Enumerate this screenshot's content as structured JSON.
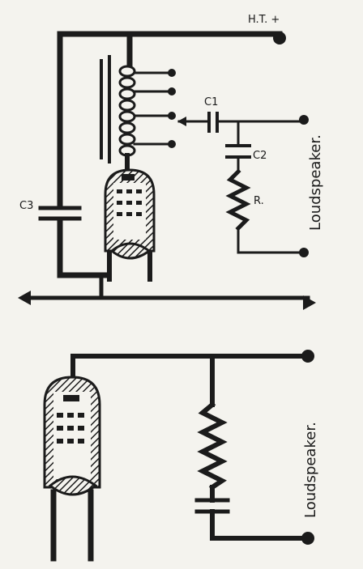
{
  "diagram": {
    "top": {
      "ht_label": "H.T. +",
      "c1_label": "C1",
      "c2_label": "C2",
      "c3_label": "C3",
      "r_label": "R.",
      "speaker_label": "Loudspeaker."
    },
    "bottom": {
      "speaker_label": "Loudspeaker."
    }
  },
  "colors": {
    "ink": "#1b1b1b",
    "paper": "#f4f3ee"
  }
}
